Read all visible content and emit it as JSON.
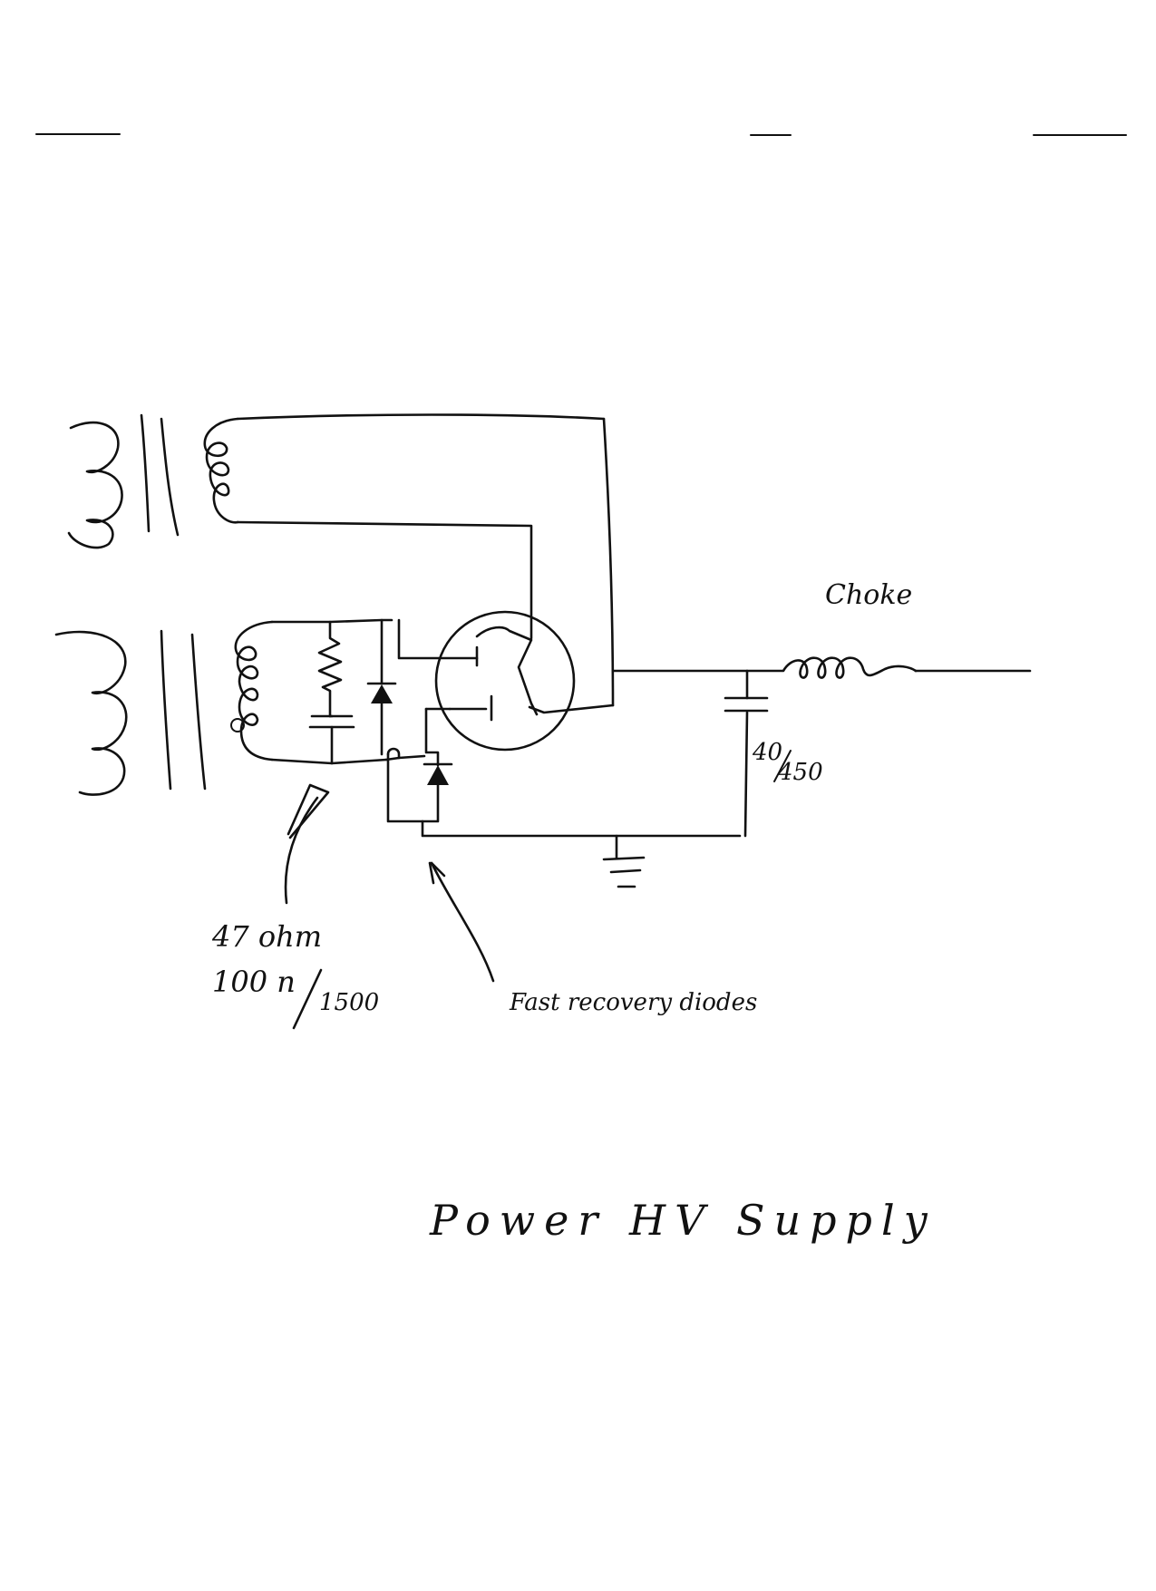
{
  "diagram": {
    "title": "Power HV Supply",
    "labels": {
      "choke": "Choke",
      "filter_cap_numerator": "40",
      "filter_cap_denominator": "450",
      "resistor": "47 ohm",
      "snubber_cap_value": "100 n",
      "snubber_cap_voltage": "1500",
      "diodes": "Fast recovery diodes"
    },
    "components": [
      {
        "name": "filament transformer",
        "icon": "transformer-icon"
      },
      {
        "name": "HV transformer",
        "icon": "transformer-icon"
      },
      {
        "name": "rectifier tube",
        "icon": "vacuum-tube-icon"
      },
      {
        "name": "resistor",
        "icon": "resistor-icon"
      },
      {
        "name": "snubber capacitor",
        "icon": "capacitor-icon"
      },
      {
        "name": "diode",
        "icon": "diode-icon"
      },
      {
        "name": "diode",
        "icon": "diode-icon"
      },
      {
        "name": "filter capacitor",
        "icon": "capacitor-icon"
      },
      {
        "name": "choke",
        "icon": "inductor-icon"
      },
      {
        "name": "ground",
        "icon": "ground-icon"
      }
    ],
    "colors": {
      "ink": "#111111",
      "paper": "#ffffff"
    }
  }
}
